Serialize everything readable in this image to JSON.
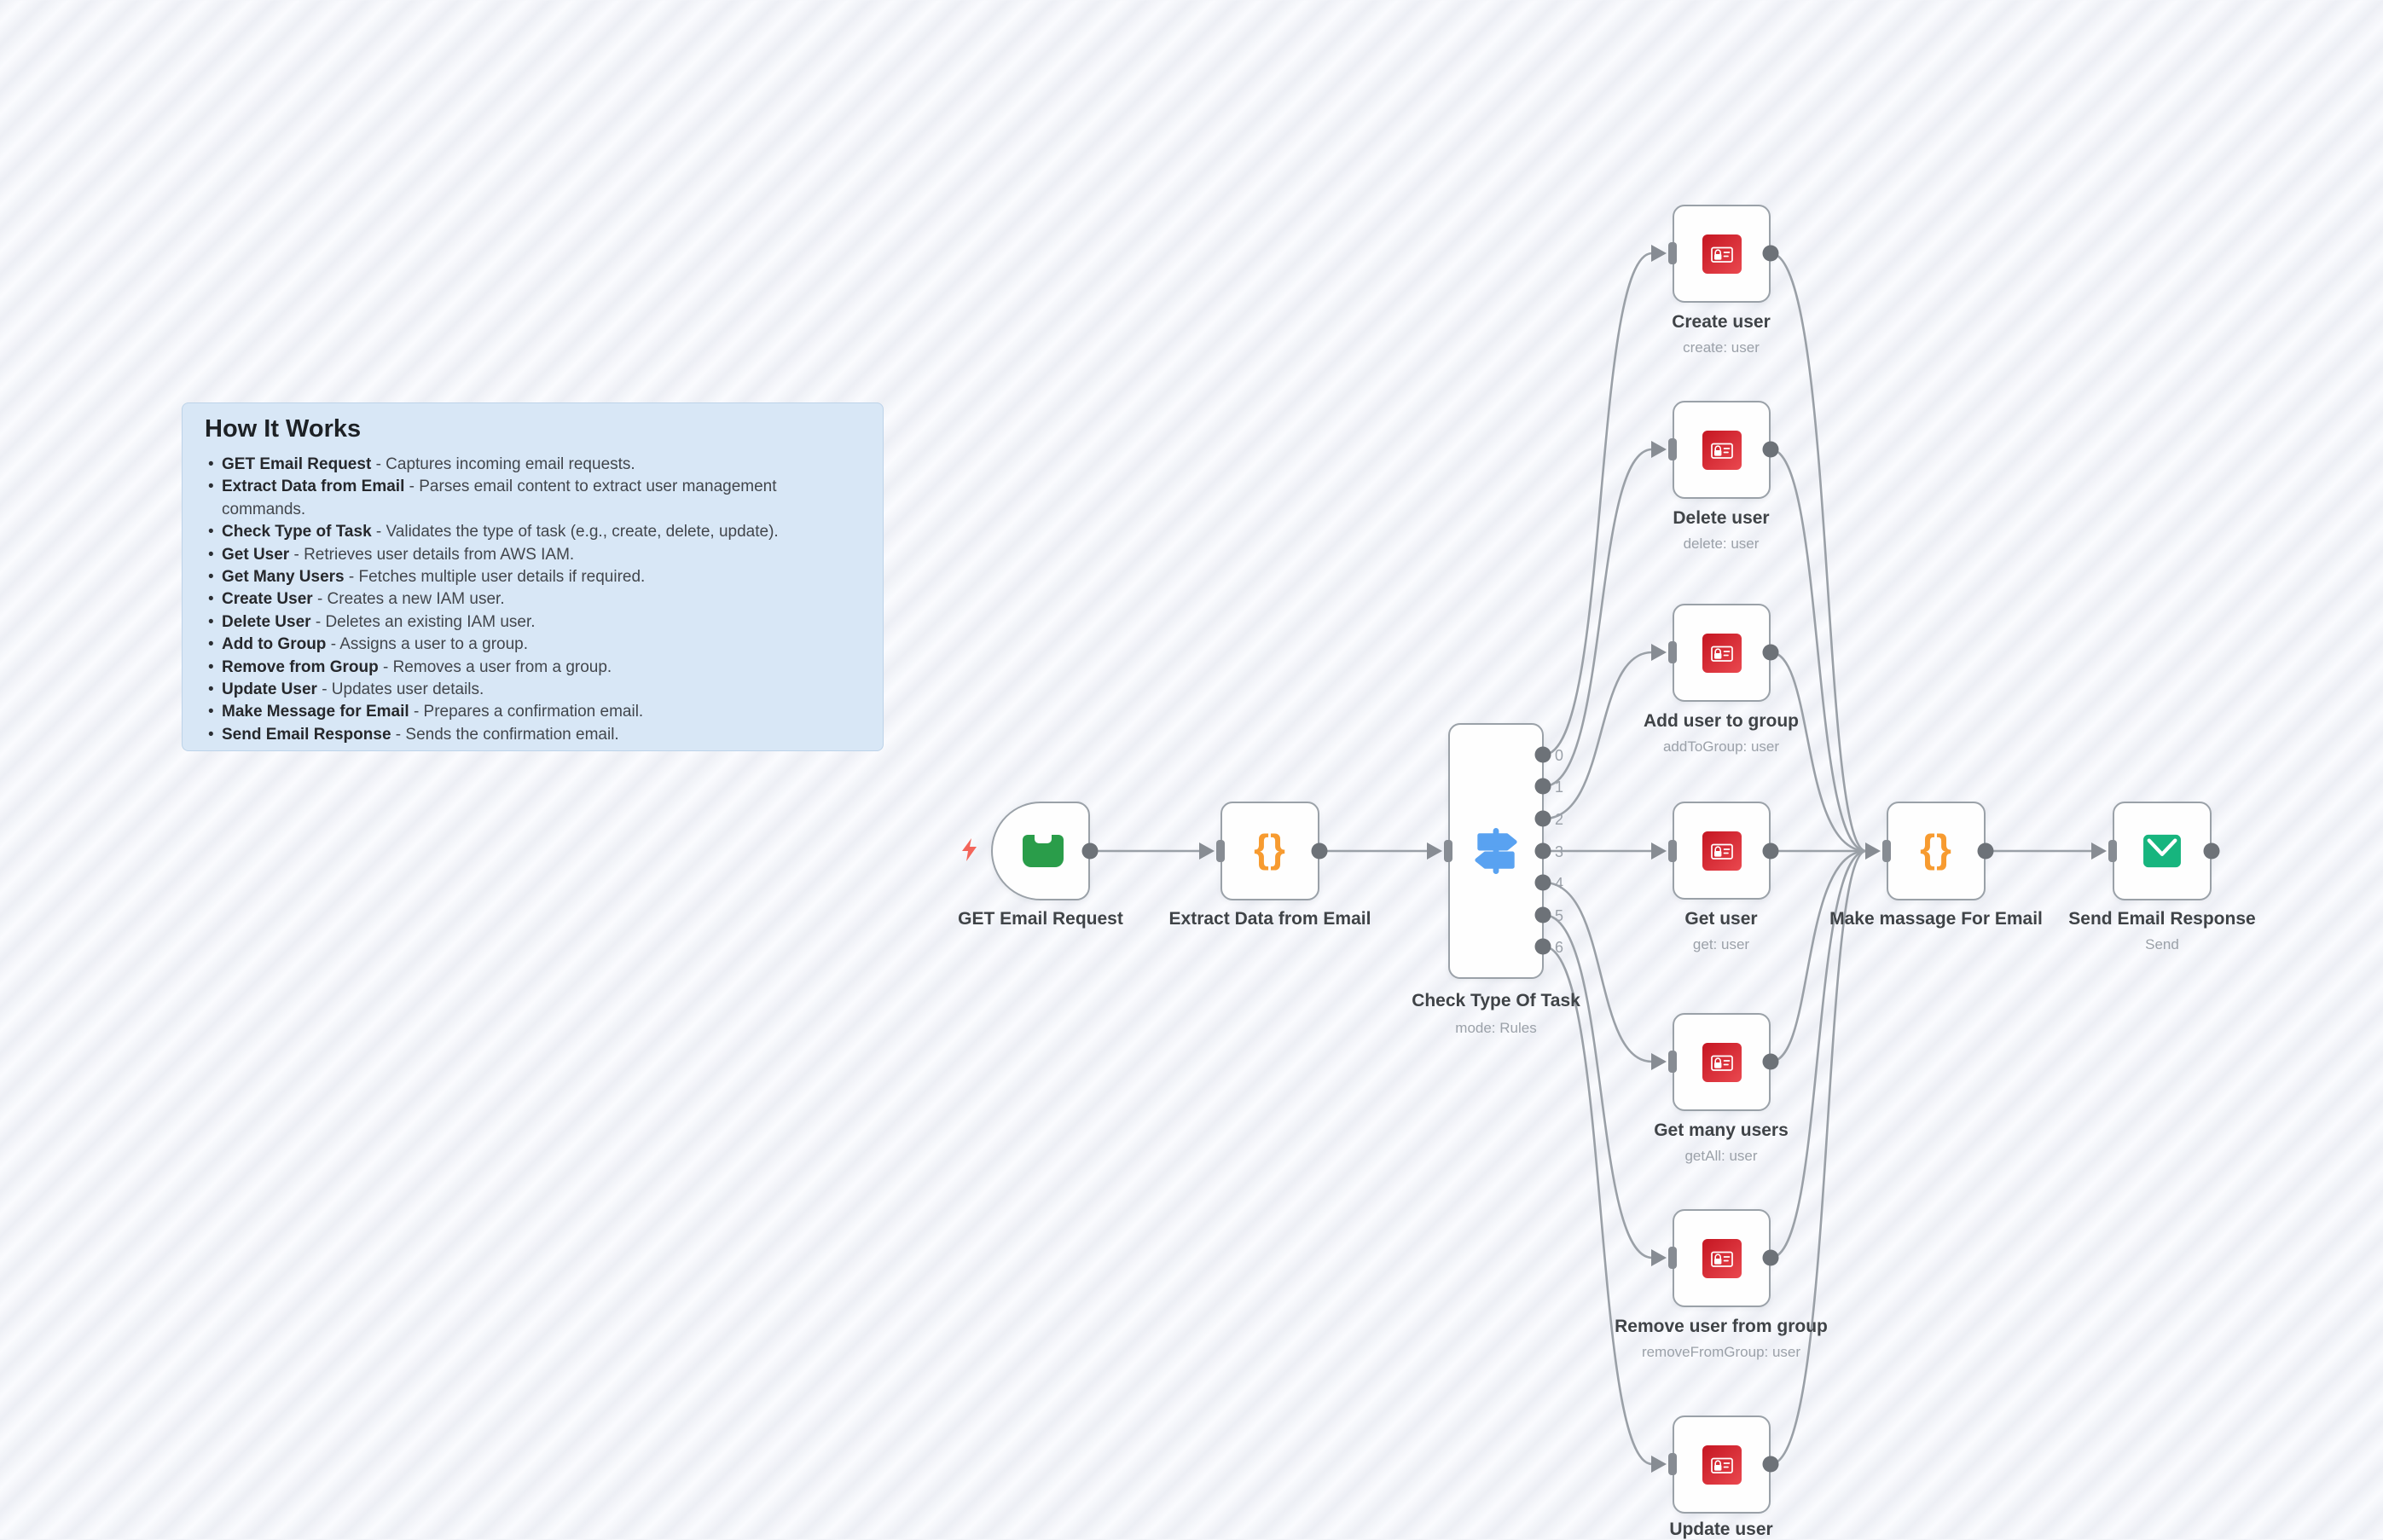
{
  "sticky": {
    "title": "How It Works",
    "items": [
      {
        "name": "GET Email Request",
        "desc": "- Captures incoming email requests."
      },
      {
        "name": "Extract Data from Email",
        "desc": "- Parses email content to extract user management commands."
      },
      {
        "name": "Check Type of Task",
        "desc": "- Validates the type of task (e.g., create, delete, update)."
      },
      {
        "name": "Get User",
        "desc": "- Retrieves user details from AWS IAM."
      },
      {
        "name": "Get Many Users",
        "desc": "- Fetches multiple user details if required."
      },
      {
        "name": "Create User",
        "desc": "- Creates a new IAM user."
      },
      {
        "name": "Delete User",
        "desc": "- Deletes an existing IAM user."
      },
      {
        "name": "Add to Group",
        "desc": "- Assigns a user to a group."
      },
      {
        "name": "Remove from Group",
        "desc": "- Removes a user from a group."
      },
      {
        "name": "Update User",
        "desc": "- Updates user details."
      },
      {
        "name": "Make Message for Email",
        "desc": "- Prepares a confirmation email."
      },
      {
        "name": "Send Email Response",
        "desc": "- Sends the confirmation email."
      }
    ]
  },
  "nodes": {
    "get_email_request": {
      "label": "GET Email Request"
    },
    "extract_data": {
      "label": "Extract Data from Email",
      "icon_glyph": "{}"
    },
    "check_type": {
      "label": "Check Type Of Task",
      "sublabel": "mode: Rules",
      "ports": [
        "0",
        "1",
        "2",
        "3",
        "4",
        "5",
        "6"
      ]
    },
    "create_user": {
      "label": "Create user",
      "sublabel": "create: user"
    },
    "delete_user": {
      "label": "Delete user",
      "sublabel": "delete: user"
    },
    "add_user_to_group": {
      "label": "Add user to group",
      "sublabel": "addToGroup: user"
    },
    "get_user": {
      "label": "Get user",
      "sublabel": "get: user"
    },
    "get_many_users": {
      "label": "Get many users",
      "sublabel": "getAll: user"
    },
    "remove_user_from_group": {
      "label": "Remove user from group",
      "sublabel": "removeFromGroup: user"
    },
    "update_user": {
      "label": "Update user"
    },
    "make_message": {
      "label": "Make massage For Email",
      "icon_glyph": "{}"
    },
    "send_email": {
      "label": "Send Email Response",
      "sublabel": "Send"
    }
  },
  "colors": {
    "aws_icon_red": "#d91f2d",
    "code_icon_orange": "#f79b30",
    "switch_icon_blue": "#59a2f1",
    "inbox_icon_green": "#2a9d4a",
    "envelope_icon_green": "#17b57e",
    "sticky_note_blue": "#d8e7f6",
    "connector_gray": "#9aa0a7",
    "trigger_bolt_red": "#f3655a"
  }
}
